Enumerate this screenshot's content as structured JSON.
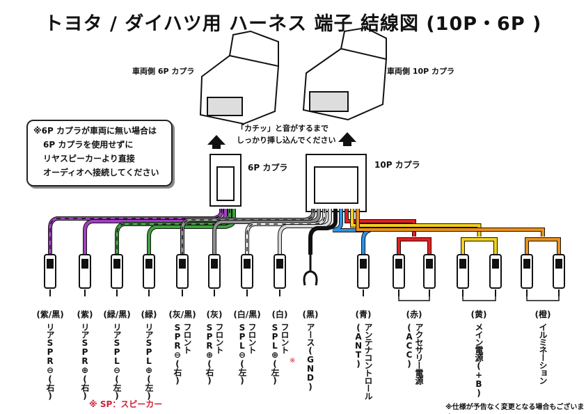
{
  "title": "トヨタ / ダイハツ用 ハーネス 端子 結線図 (10P・6P )",
  "vehicle_6p_label": "車両側 6P カプラ",
  "vehicle_10p_label": "車両側 10P カプラ",
  "connector_6p_label": "6P カプラ",
  "connector_10p_label": "10P カプラ",
  "click_note": [
    "「カチッ」と音がするまで",
    "しっかり挿し込んでください"
  ],
  "note_box": [
    "※6P カプラが車両に無い場合は",
    "6P カプラを使用せずに",
    "リヤスピーカーより直接",
    "オーディオへ接続してください"
  ],
  "wires": [
    {
      "color_label": "(紫/黒)",
      "function": "リアSPR⊖(右)",
      "color": "#a040c0",
      "stripe": true
    },
    {
      "color_label": "(紫)",
      "function": "リアSPR⊕(右)",
      "color": "#a040c0",
      "stripe": false
    },
    {
      "color_label": "(緑/黒)",
      "function": "リアSPL⊖(左)",
      "color": "#40a040",
      "stripe": true
    },
    {
      "color_label": "(緑)",
      "function": "リアSPL⊕(左)",
      "color": "#40a040",
      "stripe": false
    },
    {
      "color_label": "(灰/黒)",
      "function": "フロントSPR⊖(右)",
      "color": "#909090",
      "stripe": true
    },
    {
      "color_label": "(灰)",
      "function": "フロントSPR⊕(右)",
      "color": "#909090",
      "stripe": false
    },
    {
      "color_label": "(白/黒)",
      "function": "フロントSPL⊖(左)",
      "color": "#d8d8d8",
      "stripe": true
    },
    {
      "color_label": "(白)",
      "function": "フロントSPL⊕(左)",
      "color": "#d8d8d8",
      "stripe": false
    },
    {
      "color_label": "(黒)",
      "function": "アース(GND)",
      "color": "#111111",
      "stripe": false
    },
    {
      "color_label": "(青)",
      "function": "アンテナコントロール(ANT)",
      "color": "#3090e0",
      "stripe": false
    },
    {
      "color_label": "(赤)",
      "function": "アクセサリー電源(ACC)",
      "color": "#e02020",
      "stripe": false
    },
    {
      "color_label": "(黄)",
      "function": "メイン電源(+B)",
      "color": "#f0d020",
      "stripe": false
    },
    {
      "color_label": "(橙)",
      "function": "イルミネーション",
      "color": "#e89020",
      "stripe": false
    }
  ],
  "sp_note": "※ SP：スピーカー",
  "spec_note": "※仕様が予告なく変更となる場合もございます"
}
